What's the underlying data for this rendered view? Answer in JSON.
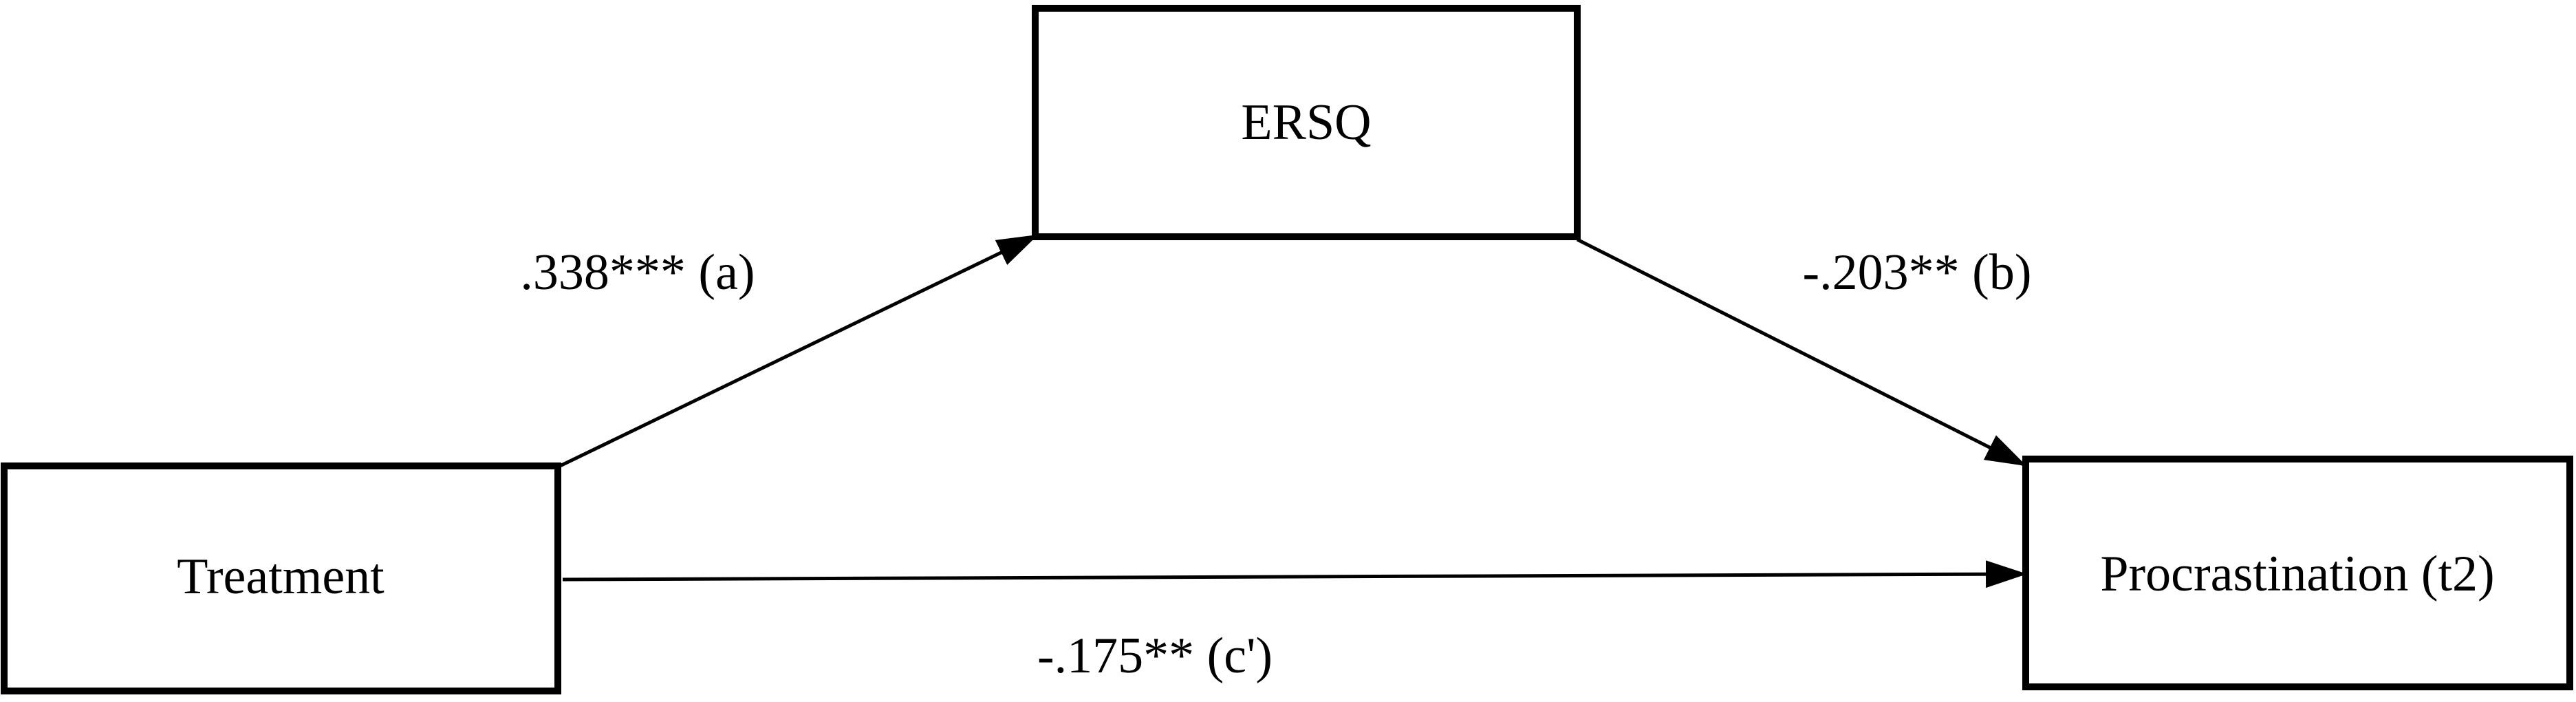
{
  "diagram": {
    "nodes": {
      "treatment": {
        "label": "Treatment"
      },
      "ersq": {
        "label": "ERSQ"
      },
      "procrastination": {
        "label": "Procrastination (t2)"
      }
    },
    "edges": {
      "a": {
        "from": "Treatment",
        "to": "ERSQ",
        "label": ".338*** (a)"
      },
      "b": {
        "from": "ERSQ",
        "to": "Procrastination (t2)",
        "label": "-.203** (b)"
      },
      "c_prime": {
        "from": "Treatment",
        "to": "Procrastination (t2)",
        "label": "-.175** (c')"
      }
    }
  }
}
